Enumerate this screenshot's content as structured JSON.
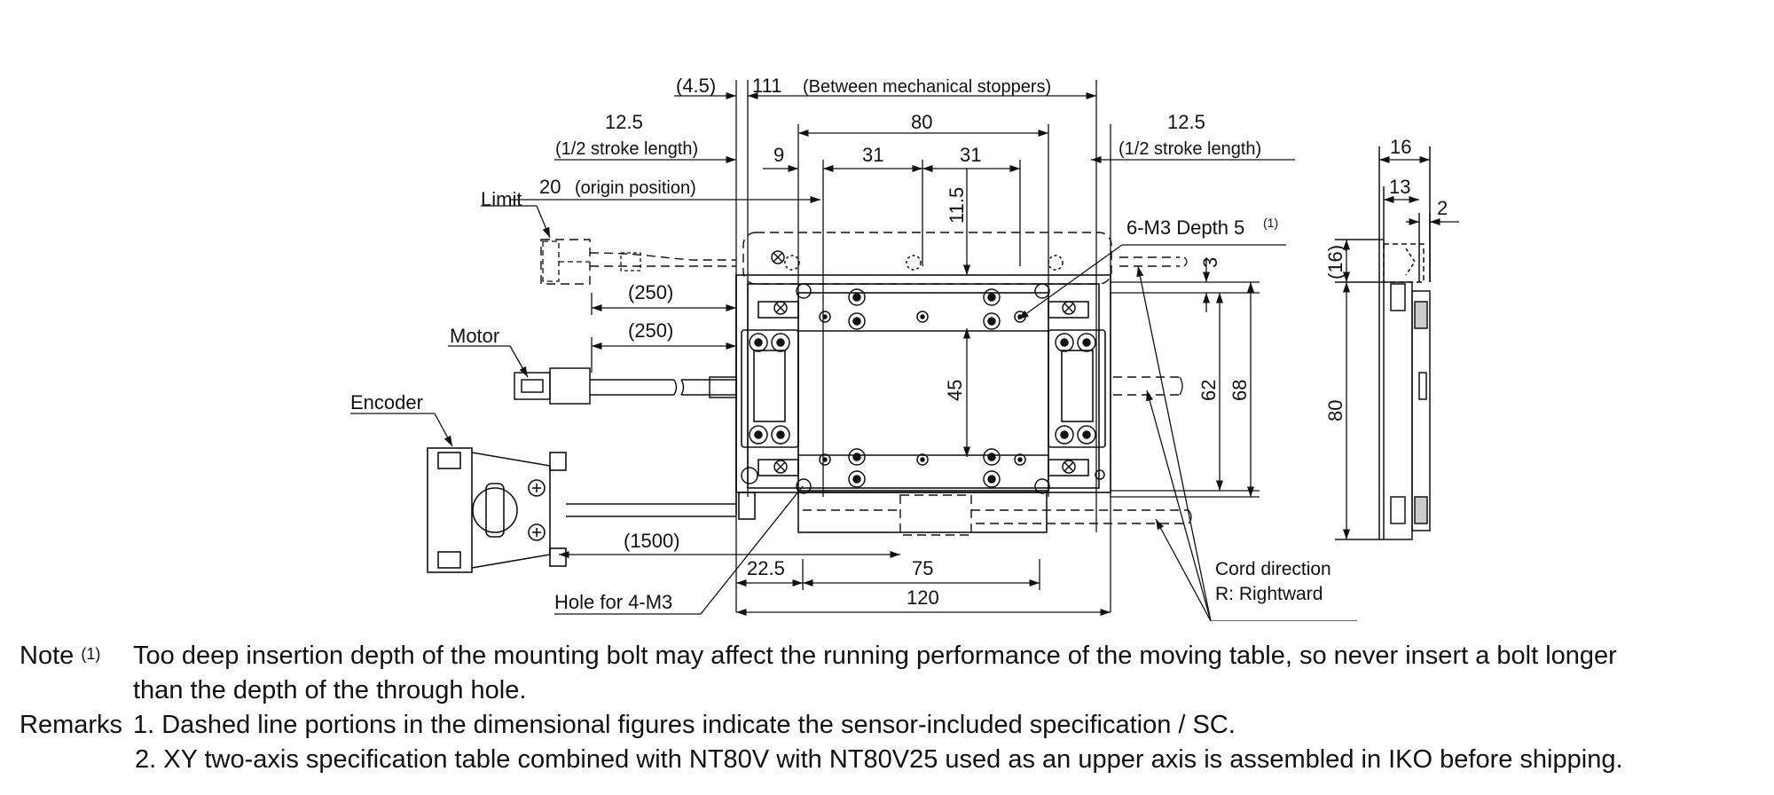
{
  "labels": {
    "limit": "Limit",
    "motor": "Motor",
    "encoder": "Encoder",
    "hole": "Hole for 4-M3",
    "cord_line1": "Cord direction",
    "cord_line2": "R: Rightward",
    "tapped": "6-M3 Depth 5",
    "tapped_note": "(1)"
  },
  "dims": {
    "d4_5": "(4.5)",
    "d111": "111",
    "d111_note": "(Between mechanical stoppers)",
    "d12_5_left": "12.5",
    "d12_5_left_note": "(1/2 stroke length)",
    "d80_top": "80",
    "d12_5_right": "12.5",
    "d12_5_right_note": "(1/2 stroke length)",
    "d9": "9",
    "d31a": "31",
    "d31b": "31",
    "d11_5": "11.5",
    "d20": "20",
    "d20_note": "(origin position)",
    "d250a": "(250)",
    "d250b": "(250)",
    "d3": "3",
    "d45": "45",
    "d62": "62",
    "d68": "68",
    "d1500": "(1500)",
    "d22_5": "22.5",
    "d75": "75",
    "d120": "120",
    "d16": "16",
    "d13": "13",
    "d2": "2",
    "d16p": "(16)",
    "d80_side": "80"
  },
  "notes": {
    "note_label": "Note",
    "note_mark": "(1)",
    "note_line1": "Too deep insertion depth of the mounting bolt may affect the running performance of the moving table, so never insert a bolt longer",
    "note_line2": "than the depth of the through hole.",
    "remarks_label": "Remarks",
    "remark1": "1. Dashed line portions in the dimensional figures indicate the sensor-included specification / SC.",
    "remark2": "2. XY two-axis specification table combined with NT80V with NT80V25 used as an upper axis is assembled in IKO before shipping."
  }
}
